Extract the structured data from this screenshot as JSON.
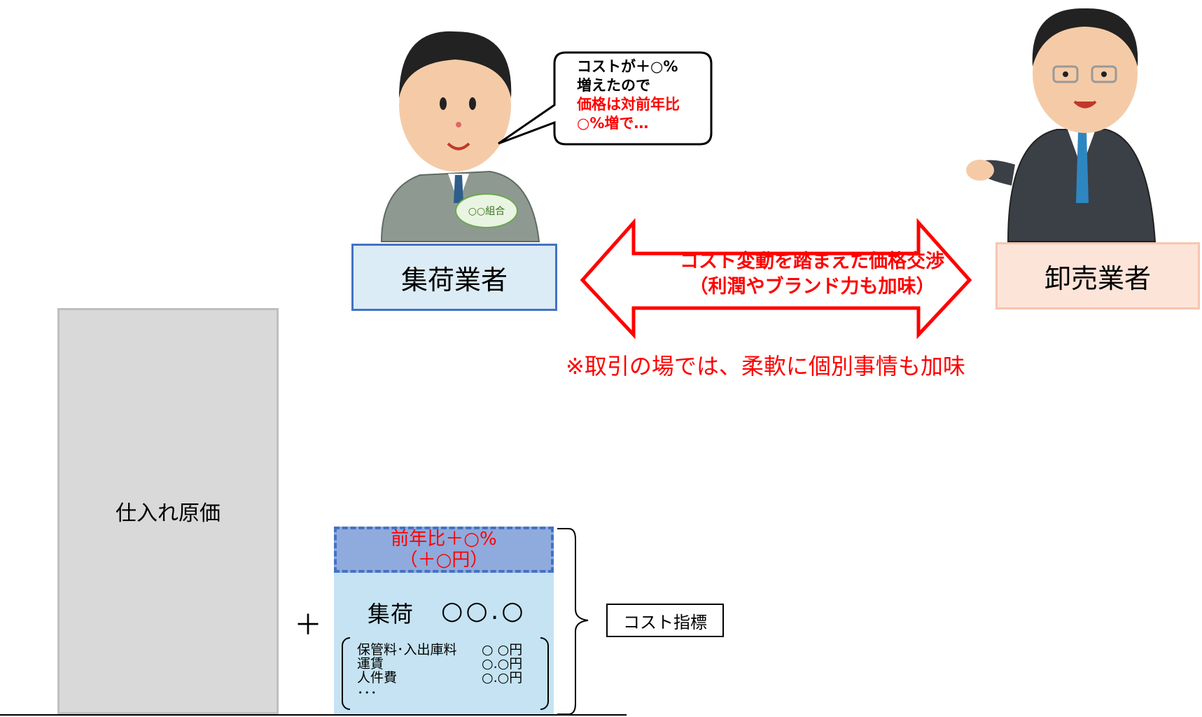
{
  "collector": {
    "label": "集荷業者",
    "badge": "○○組合",
    "speech": [
      "コストが＋○%",
      "増えたので"
    ],
    "speech_red": [
      "価格は対前年比",
      "○%増で…"
    ]
  },
  "wholesaler": {
    "label": "卸売業者"
  },
  "negotiation": {
    "line1": "コスト変動を踏まえた価格交渉",
    "line2": "（利潤やブランド力も加味）",
    "note": "※取引の場では、柔軟に個別事情も加味",
    "color": "#ff0000"
  },
  "cost_bar": {
    "label": "仕入れ原価"
  },
  "plus": "＋",
  "increase": {
    "line1": "前年比＋○%",
    "line2": "（＋○円）"
  },
  "collection": {
    "title": "集荷",
    "value": "○○.○",
    "items": [
      {
        "name": "保管料･入出庫料",
        "value": "○ ○円"
      },
      {
        "name": "運賃",
        "value": "○.○円"
      },
      {
        "name": "人件費",
        "value": "○.○円"
      },
      {
        "name": "･･･",
        "value": ""
      }
    ]
  },
  "cost_indicator": "コスト指標"
}
